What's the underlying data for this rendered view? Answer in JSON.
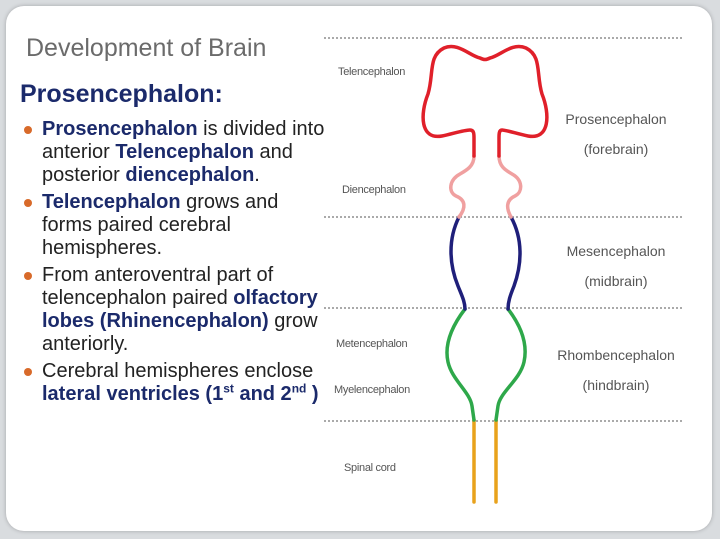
{
  "slide": {
    "title": "Development of Brain",
    "heading": "Prosencephalon:",
    "bullets": [
      {
        "parts": [
          "Prosencephalon",
          " is divided into anterior ",
          "Telencephalon",
          " and posterior ",
          "diencephalon",
          "."
        ]
      },
      {
        "parts": [
          "Telencephalon",
          " grows and forms paired cerebral hemispheres."
        ]
      },
      {
        "parts": [
          "From anteroventral part of telencephalon paired ",
          "olfactory lobes (Rhinencephalon)",
          " grow anteriorly."
        ]
      },
      {
        "parts": [
          "Cerebral hemispheres enclose ",
          "lateral ventricles (1",
          "st",
          " and 2",
          "nd",
          " )"
        ]
      }
    ],
    "bullet_color": "#d86a2a",
    "highlight_color": "#1b2a6b"
  },
  "diagram": {
    "left_labels": {
      "telencephalon": "Telencephalon",
      "diencephalon": "Diencephalon",
      "metencephalon": "Metencephalon",
      "myelencephalon": "Myelencephalon",
      "spinal_cord": "Spinal cord"
    },
    "regions": {
      "prosencephalon": {
        "name": "Prosencephalon",
        "sub": "(forebrain)"
      },
      "mesencephalon": {
        "name": "Mesencephalon",
        "sub": "(midbrain)"
      },
      "rhombencephalon": {
        "name": "Rhombencephalon",
        "sub": "(hindbrain)"
      }
    },
    "colors": {
      "telencephalon": "#e0202a",
      "diencephalon": "#f0a0a0",
      "mesencephalon": "#1f1f7a",
      "rhombencephalon": "#2ea84a",
      "spinal_cord": "#e8a21c"
    }
  }
}
